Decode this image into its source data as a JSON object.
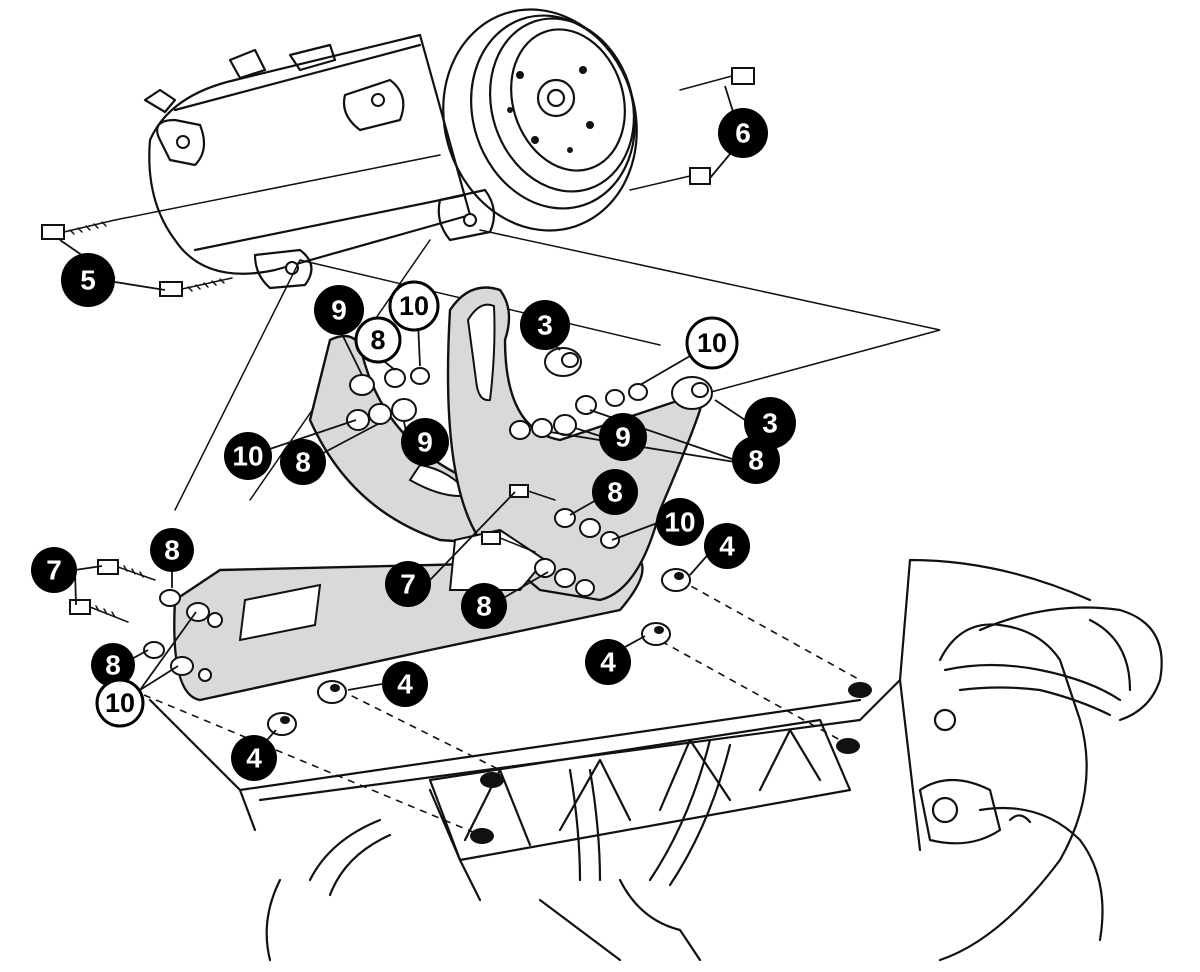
{
  "callouts": [
    {
      "label": "5",
      "style": "filled"
    },
    {
      "label": "6",
      "style": "filled"
    },
    {
      "label": "9",
      "style": "filled"
    },
    {
      "label": "10",
      "style": "outline"
    },
    {
      "label": "8",
      "style": "outline"
    },
    {
      "label": "3",
      "style": "filled"
    },
    {
      "label": "10",
      "style": "outline"
    },
    {
      "label": "3",
      "style": "filled"
    },
    {
      "label": "9",
      "style": "filled"
    },
    {
      "label": "10",
      "style": "filled"
    },
    {
      "label": "8",
      "style": "filled"
    },
    {
      "label": "9",
      "style": "filled"
    },
    {
      "label": "8",
      "style": "filled"
    },
    {
      "label": "8",
      "style": "filled"
    },
    {
      "label": "10",
      "style": "filled"
    },
    {
      "label": "7",
      "style": "filled"
    },
    {
      "label": "8",
      "style": "filled"
    },
    {
      "label": "8",
      "style": "filled"
    },
    {
      "label": "4",
      "style": "filled"
    },
    {
      "label": "7",
      "style": "filled"
    },
    {
      "label": "8",
      "style": "filled"
    },
    {
      "label": "10",
      "style": "outline"
    },
    {
      "label": "4",
      "style": "filled"
    },
    {
      "label": "4",
      "style": "filled"
    },
    {
      "label": "4",
      "style": "filled"
    }
  ],
  "colors": {
    "ink": "#111111",
    "bracket_fill": "#d9d9d9",
    "paper": "#ffffff"
  }
}
